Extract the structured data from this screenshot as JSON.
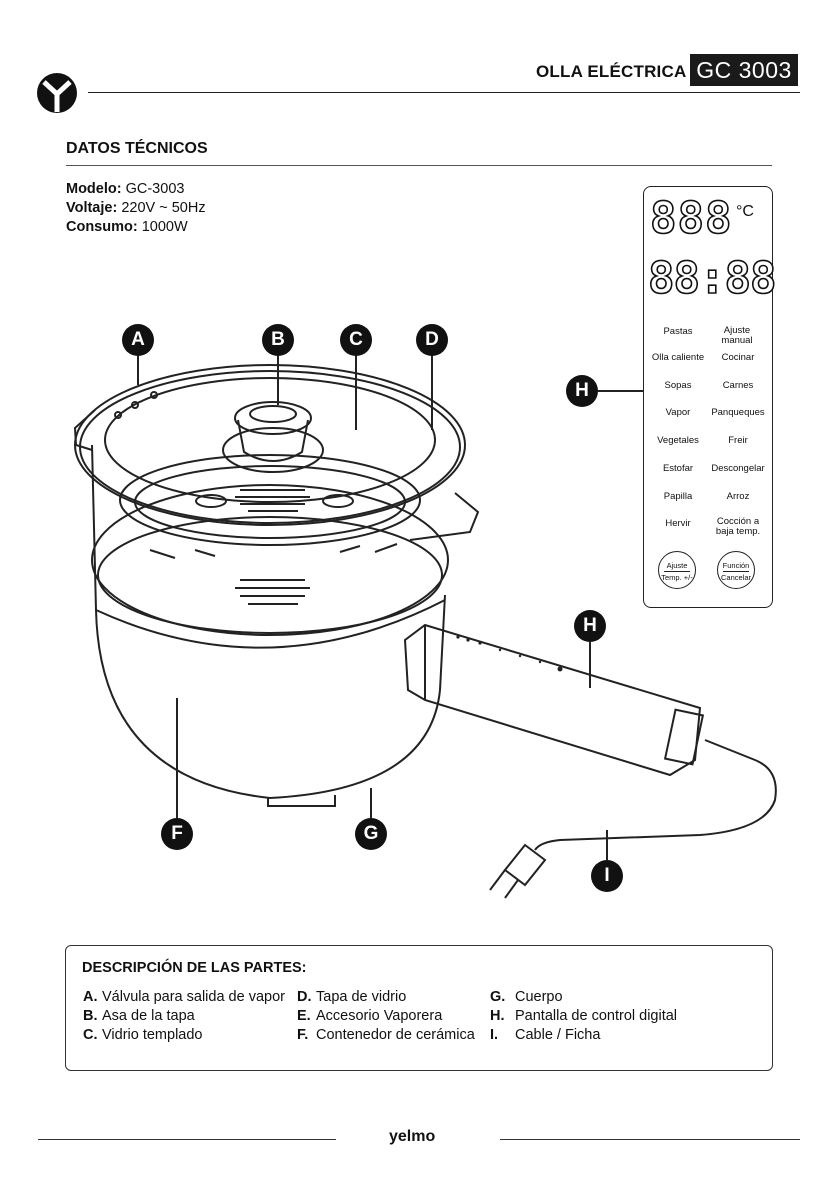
{
  "header": {
    "product_name": "OLLA ELÉCTRICA",
    "model_badge": "GC 3003",
    "logo": "yelmo-y-logo"
  },
  "specs": {
    "title": "DATOS TÉCNICOS",
    "model_label": "Modelo:",
    "model_value": " GC-3003",
    "voltage_label": "Voltaje:",
    "voltage_value": " 220V ~ 50Hz",
    "power_label": "Consumo:",
    "power_value": " 1000W"
  },
  "panel": {
    "temp_display": "888",
    "temp_unit": "°C",
    "time_display": "88:88",
    "menu": [
      "Pastas",
      "Ajuste manual",
      "Olla caliente",
      "Cocinar",
      "Sopas",
      "Carnes",
      "Vapor",
      "Panqueques",
      "Vegetales",
      "Freir",
      "Estofar",
      "Descongelar",
      "Papilla",
      "Arroz",
      "Hervir",
      "Cocción a baja temp."
    ],
    "btn_left_top": "Ajuste",
    "btn_left_bottom": "Temp. +/-",
    "btn_right_top": "Función",
    "btn_right_bottom": "Cancelar"
  },
  "callouts": {
    "a": "A",
    "b": "B",
    "c": "C",
    "d": "D",
    "f": "F",
    "g": "G",
    "h": "H",
    "h2": "H",
    "i": "I"
  },
  "parts": {
    "title": "DESCRIPCIÓN DE LAS PARTES:",
    "items": [
      {
        "letter": "A.",
        "text": "Válvula para salida de vapor"
      },
      {
        "letter": "B.",
        "text": "Asa de la tapa"
      },
      {
        "letter": "C.",
        "text": "Vidrio templado"
      },
      {
        "letter": "D.",
        "text": "Tapa de vidrio"
      },
      {
        "letter": "E.",
        "text": "Accesorio Vaporera"
      },
      {
        "letter": "F.",
        "text": "Contenedor de cerámica"
      },
      {
        "letter": "G.",
        "text": "Cuerpo"
      },
      {
        "letter": "H.",
        "text": "Pantalla de control digital"
      },
      {
        "letter": "I.",
        "text": "Cable / Ficha"
      }
    ]
  },
  "footer": {
    "brand": "yelmo"
  }
}
